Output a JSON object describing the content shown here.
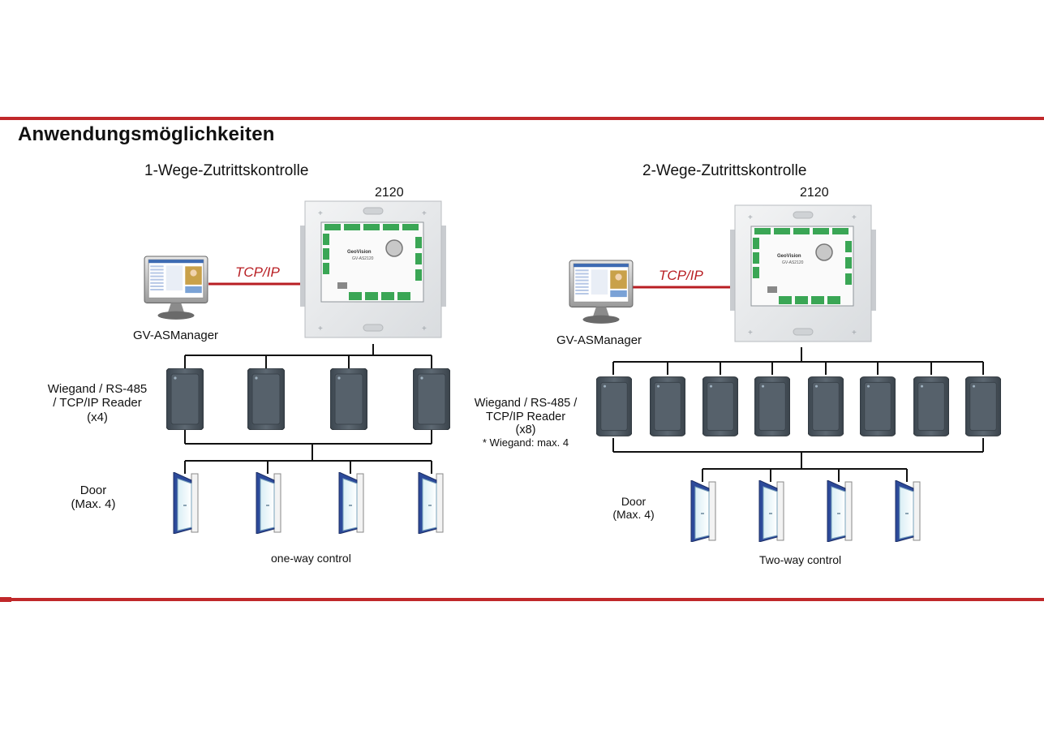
{
  "page": {
    "title": "Anwendungsmöglichkeiten"
  },
  "left": {
    "title": "1-Wege-Zutrittskontrolle",
    "controller_model": "2120",
    "controller_brand": "GeoVision",
    "controller_label": "GV-AS2120",
    "link_label": "TCP/IP",
    "software_label": "GV-ASManager",
    "reader_label_lines": [
      "Wiegand / RS-485",
      "/ TCP/IP Reader",
      "(x4)"
    ],
    "door_label_lines": [
      "Door",
      "(Max. 4)"
    ],
    "caption": "one-way control",
    "reader_count": 4,
    "door_count": 4
  },
  "right": {
    "title": "2-Wege-Zutrittskontrolle",
    "controller_model": "2120",
    "controller_brand": "GeoVision",
    "controller_label": "GV-AS2120",
    "link_label": "TCP/IP",
    "software_label": "GV-ASManager",
    "reader_label_lines": [
      "Wiegand / RS-485 /",
      "TCP/IP Reader",
      "(x8)",
      "* Wiegand: max. 4"
    ],
    "door_label_lines": [
      "Door",
      "(Max. 4)"
    ],
    "caption": "Two-way control",
    "reader_count": 8,
    "door_count": 4
  },
  "colors": {
    "accent_red": "#c0282a",
    "link_red": "#b81e23",
    "reader_gray": "#4f5a64",
    "door_blue": "#2c4a9a",
    "board_green": "#3aa655"
  }
}
